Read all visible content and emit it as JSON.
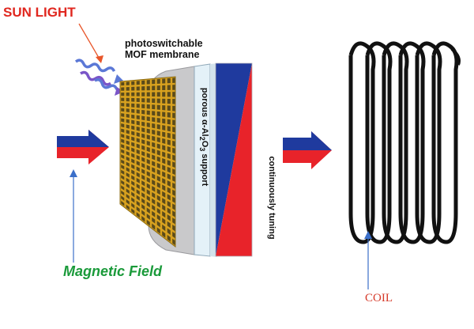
{
  "labels": {
    "sun_light": "SUN LIGHT",
    "photoswitchable_line1": "photoswitchable",
    "photoswitchable_line2": "MOF membrane",
    "support_prefix": "porous α-Al",
    "support_sub1": "2",
    "support_mid": "O",
    "support_sub2": "3",
    "support_suffix": " support",
    "continuously_tuning": "continuously tuning",
    "magnetic_field": "Magnetic Field",
    "coil": "COIL"
  },
  "colors": {
    "sun_light_text": "#e0271f",
    "magnetic_field_text": "#1a9a3a",
    "coil_text": "#d63a2a",
    "arrow_blue": "#1f3a9e",
    "arrow_red": "#e8232a",
    "mof_frame": "#d9a21f",
    "pointer_orange": "#e8562a",
    "pointer_blue": "#3b6fc9",
    "light_purple": "#7a55c8",
    "light_blue": "#5b78d6"
  },
  "icons": {
    "sun_rays": "wavy-light-arrows-icon",
    "input_arrow": "magnetic-field-arrow-icon",
    "output_arrow": "flow-arrow-icon",
    "coil": "coil-spring-icon"
  }
}
